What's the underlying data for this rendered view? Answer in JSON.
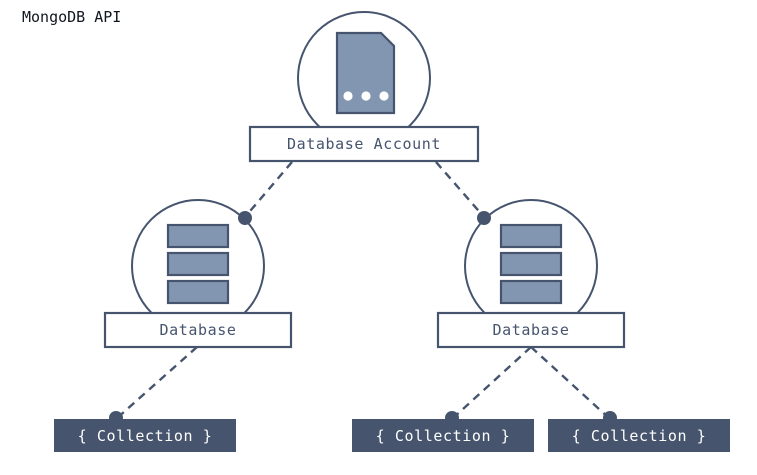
{
  "title": "MongoDB API",
  "colors": {
    "background": "#ffffff",
    "stroke": "#46546e",
    "icon_fill": "#8296b2",
    "icon_stroke": "#46546e",
    "node_box_fill": "#ffffff",
    "node_box_stroke": "#46546e",
    "collection_fill": "#46546e",
    "collection_text": "#ffffff",
    "label_text": "#46546e",
    "title_text": "#11161f",
    "connector": "#46546e",
    "dot": "#46546e"
  },
  "nodes": {
    "account": {
      "label": "Database Account",
      "icon": "document-icon",
      "icon_dots": 3
    },
    "databases": [
      {
        "label": "Database",
        "icon": "database-stack-icon",
        "icon_bars": 3
      },
      {
        "label": "Database",
        "icon": "database-stack-icon",
        "icon_bars": 3
      }
    ],
    "collections": [
      {
        "label": "{ Collection }"
      },
      {
        "label": "{ Collection }"
      },
      {
        "label": "{ Collection }"
      }
    ]
  },
  "connectors": {
    "style": "dashed",
    "edges": [
      {
        "from": "account",
        "to": "database-left"
      },
      {
        "from": "account",
        "to": "database-right"
      },
      {
        "from": "database-left",
        "to": "collection-1"
      },
      {
        "from": "database-right",
        "to": "collection-2"
      },
      {
        "from": "database-right",
        "to": "collection-3"
      }
    ]
  }
}
